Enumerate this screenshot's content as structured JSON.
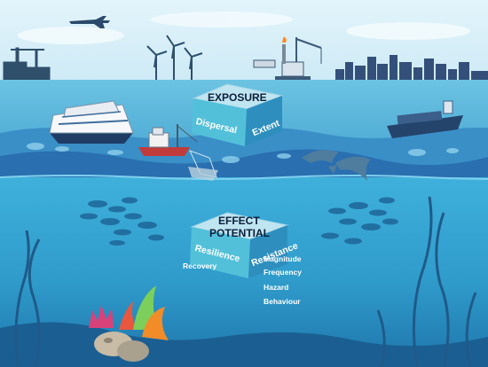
{
  "diagram": {
    "exposure": {
      "title": "EXPOSURE",
      "left_face": "Dispersal",
      "right_face": "Extent"
    },
    "effect": {
      "title_line1": "EFFECT",
      "title_line2": "POTENTIAL",
      "left_face": "Resilience",
      "right_face": "Resistance",
      "left_factors": [
        "Recovery"
      ],
      "right_factors": [
        "Magnitude",
        "Frequency",
        "Hazard",
        "Behaviour"
      ]
    }
  },
  "colors": {
    "sky": "#d3edf8",
    "surface_water": "#3fa9d2",
    "deep_water": "#35a6d4",
    "seabed": "#1e6fa3",
    "cube_top": "#bfe5f0",
    "cube_left": "#53c0da",
    "cube_right": "#2e8fbf",
    "text_dark": "#0d1f3c"
  },
  "icons": [
    "airplane-icon",
    "port-crane-icon",
    "wind-turbine-icon",
    "oil-rig-icon",
    "city-skyline-icon",
    "cruise-ship-icon",
    "fishing-boat-icon",
    "cargo-ship-icon",
    "dolphin-icon",
    "fish-school-icon",
    "seaweed-icon",
    "coral-icon",
    "rock-icon"
  ]
}
